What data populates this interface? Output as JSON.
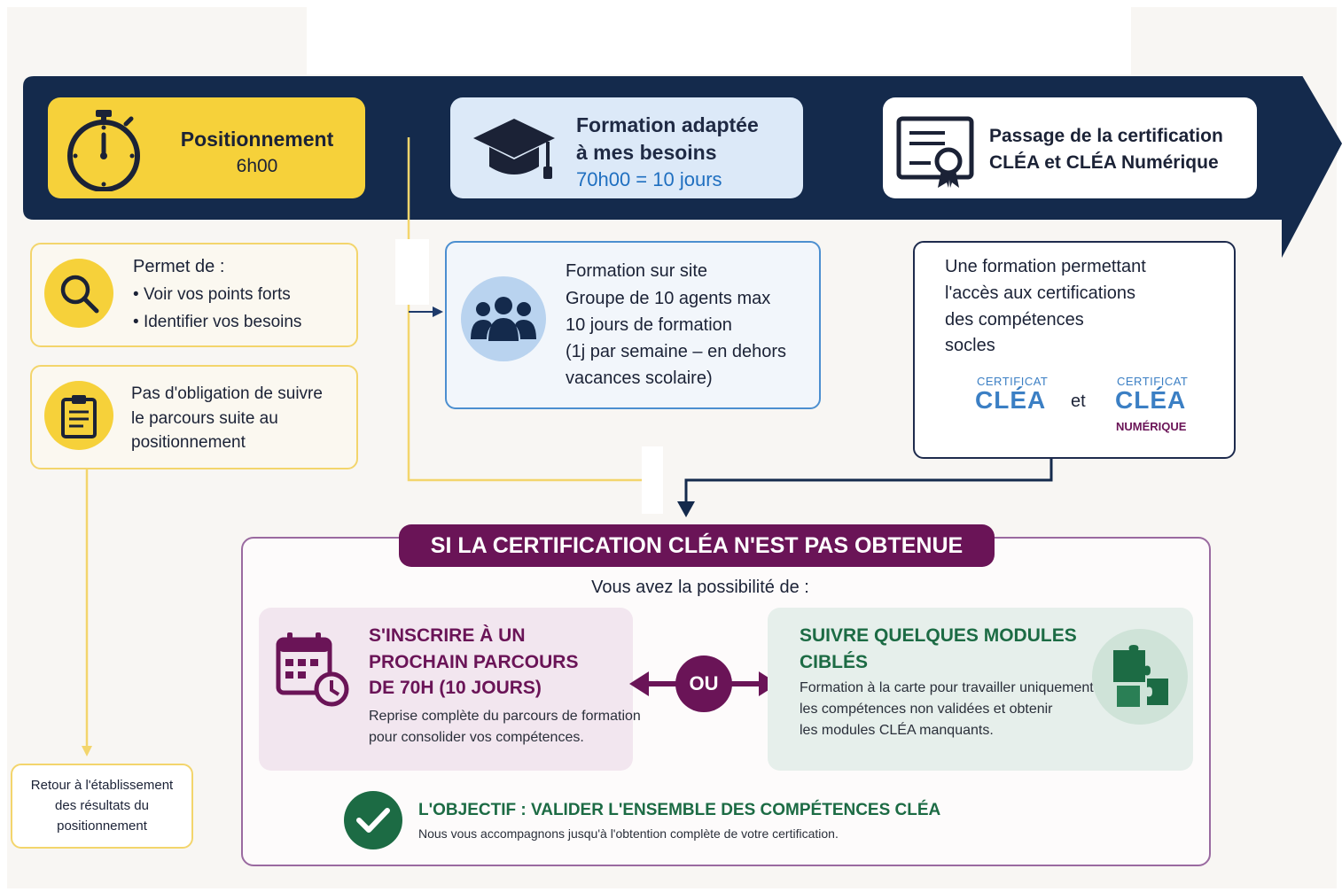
{
  "colors": {
    "navy": "#142a4c",
    "yellow": "#f6d13a",
    "light_blue": "#dce9f8",
    "blue": "#1f6fc0",
    "purple": "#6a1457",
    "green": "#1c6b44"
  },
  "stages": {
    "positionnement": {
      "title": "Positionnement",
      "duration": "6h00",
      "icon": "stopwatch-icon"
    },
    "formation": {
      "line1": "Formation adaptée",
      "line2": "à mes besoins",
      "duration": "70h00 = 10 jours",
      "icon": "graduation-cap-icon"
    },
    "certification": {
      "line1": "Passage de la certification",
      "line2": "CLÉA et CLÉA Numérique",
      "icon": "certificate-icon"
    }
  },
  "positionnement_card": {
    "heading": "Permet de :",
    "bullets": [
      "Voir vos points forts",
      "Identifier vos besoins"
    ],
    "icon": "search-icon"
  },
  "obligation_card": {
    "lines": [
      "Pas d'obligation de suivre",
      "le parcours suite au",
      "positionnement"
    ],
    "icon": "clipboard-icon"
  },
  "formation_card": {
    "lines": [
      "Formation sur site",
      "Groupe de 10 agents max",
      "10 jours de formation",
      "(1j par semaine – en dehors",
      "vacances scolaire)"
    ],
    "icon": "group-icon"
  },
  "certification_card": {
    "lines": [
      "Une formation permettant",
      "l'accès aux certifications",
      "des compétences",
      "socles"
    ],
    "logo1": {
      "top": "CERTIFICAT",
      "name": "CLÉA"
    },
    "connector": "et",
    "logo2": {
      "top": "CERTIFICAT",
      "name": "CLÉA",
      "sub": "NUMÉRIQUE"
    }
  },
  "retour": {
    "lines": [
      "Retour à l'établissement",
      "des résultats du",
      "positionnement"
    ]
  },
  "failure": {
    "banner": "SI LA CERTIFICATION CLÉA N'EST PAS OBTENUE",
    "intro": "Vous avez la possibilité de :",
    "option1": {
      "title_lines": [
        "S'INSCRIRE À UN",
        "PROCHAIN PARCOURS",
        "DE 70H (10 JOURS)"
      ],
      "text_lines": [
        "Reprise complète du parcours de formation",
        "pour consolider vos compétences."
      ],
      "icon": "calendar-clock-icon"
    },
    "or_label": "OU",
    "option2": {
      "title_lines": [
        "SUIVRE QUELQUES MODULES",
        "CIBLÉS"
      ],
      "text_lines": [
        "Formation à la carte pour travailler uniquement",
        "les compétences non validées et obtenir",
        "les modules CLÉA manquants."
      ],
      "icon": "puzzle-icon"
    },
    "objective": {
      "title": "L'OBJECTIF : VALIDER L'ENSEMBLE DES COMPÉTENCES CLÉA",
      "text": "Nous vous accompagnons jusqu'à l'obtention complète de votre certification.",
      "icon": "check-icon"
    }
  }
}
